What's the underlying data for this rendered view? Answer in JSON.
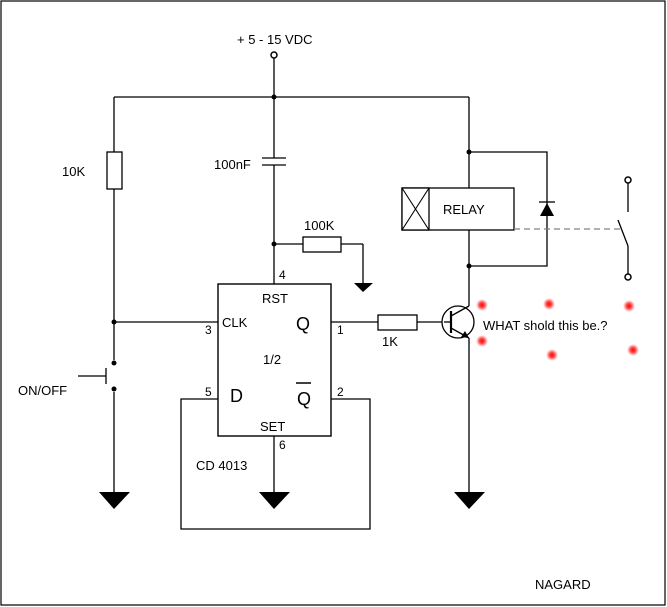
{
  "supply_label": "+ 5 - 15 VDC",
  "resistor_left_label": "10K",
  "capacitor_label": "100nF",
  "resistor_reset_label": "100K",
  "resistor_base_label": "1K",
  "relay_label": "RELAY",
  "switch_label": "ON/OFF",
  "ic": {
    "name": "CD 4013",
    "half": "1/2",
    "pin_rst": "RST",
    "pin_clk": "CLK",
    "pin_q": "Q",
    "pin_d": "D",
    "pin_qbar": "Q",
    "pin_set": "SET",
    "pin_numbers": {
      "rst": "4",
      "clk": "3",
      "q": "1",
      "d": "5",
      "qbar": "2",
      "set": "6"
    }
  },
  "question_label": "WHAT shold this be.?",
  "author_label": "NAGARD",
  "colors": {
    "annotation_dots": "#ff0000",
    "wire": "#000000",
    "relay_link": "#808080"
  }
}
